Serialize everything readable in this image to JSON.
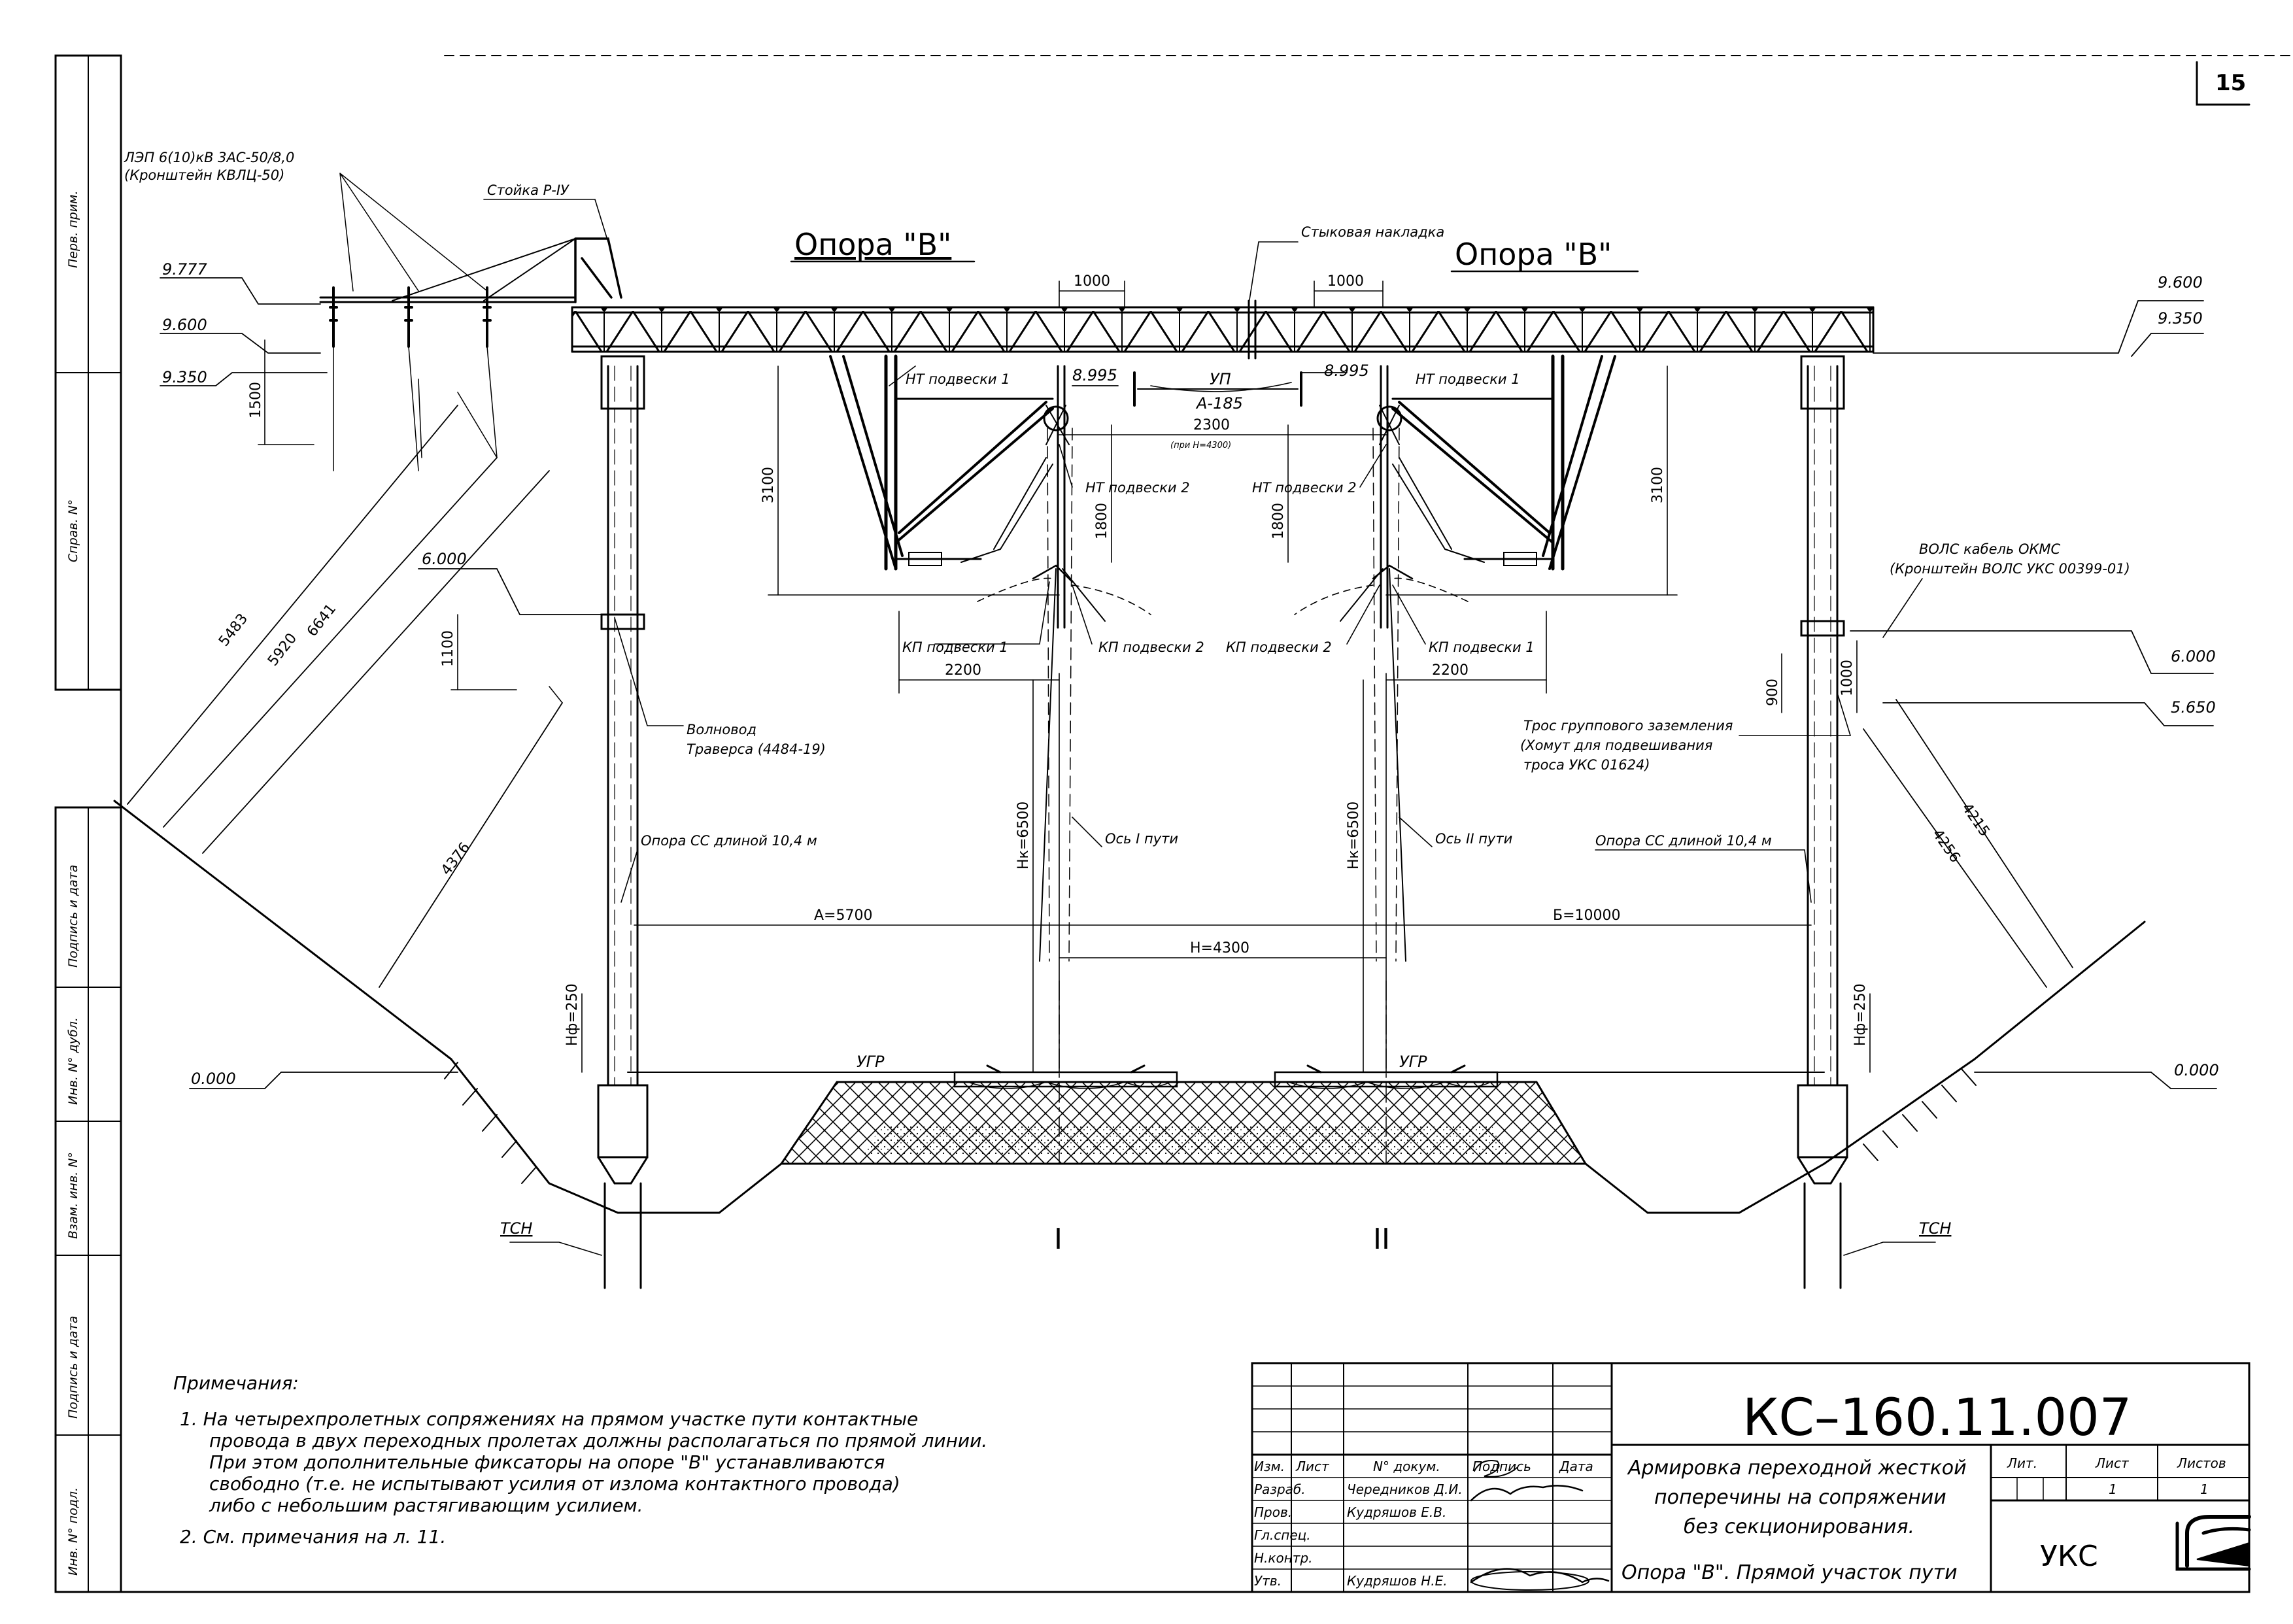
{
  "page": {
    "number": "15"
  },
  "supports": {
    "left_title": "Опора \"В\"",
    "right_title": "Опора \"В\""
  },
  "labels": {
    "lep": "ЛЭП 6(10)кВ 3АС-50/8,0",
    "lep_bracket": "(Кронштейн КВЛЦ-50)",
    "rack": "Стойка Р-IУ",
    "joint_plate": "Стыковая накладка",
    "nt1_left": "НТ подвески 1",
    "nt1_right": "НТ подвески 1",
    "nt2_left": "НТ подвески 2",
    "nt2_right": "НТ подвески 2",
    "kp1_left": "КП подвески 1",
    "kp2_left": "КП подвески 2",
    "kp2_right": "КП подвески 2",
    "kp1_right": "КП подвески 1",
    "up": "УП",
    "wire": "А-185",
    "waveguide": "Волновод",
    "traverse": "Траверса  (4484-19)",
    "pole_left": "Опора СС длиной 10,4 м",
    "pole_right": "Опора СС длиной 10,4 м",
    "axis1": "Ось I пути",
    "axis2": "Ось II пути",
    "vols": "ВОЛС кабель ОКМС",
    "vols_bracket": "(Кронштейн ВОЛС УКС 00399-01)",
    "ground_cable": "Трос группового заземления",
    "ground_clamp": "(Хомут для подвешивания",
    "ground_clamp2": "троса УКС 01624)",
    "ugr_left": "УГР",
    "ugr_right": "УГР",
    "tsn_left": "ТСН",
    "tsn_right": "ТСН",
    "track1": "I",
    "track2": "II"
  },
  "levels": {
    "l_9777": "9.777",
    "l_9600": "9.600",
    "l_9350": "9.350",
    "l_6000": "6.000",
    "l_0000": "0.000",
    "r_9600": "9.600",
    "r_9350": "9.350",
    "r_6000": "6.000",
    "r_5650": "5.650",
    "r_0000": "0.000",
    "c_8995_l": "8.995",
    "c_8995_r": "8.995"
  },
  "dims": {
    "d1000_l": "1000",
    "d1000_r": "1000",
    "d2300": "2300",
    "d2300_note": "(при Н=4300)",
    "d3100_l": "3100",
    "d3100_r": "3100",
    "d1800_l": "1800",
    "d1800_r": "1800",
    "d2200_l": "2200",
    "d2200_r": "2200",
    "d1500": "1500",
    "d1100": "1100",
    "d900": "900",
    "d1000_v": "1000",
    "d5483": "5483",
    "d5920": "5920",
    "d6641": "6641",
    "d4376": "4376",
    "d4215": "4215",
    "d4256": "4256",
    "hk_l": "Hк=6500",
    "hk_r": "Hк=6500",
    "a": "А=5700",
    "h": "Н=4300",
    "b": "Б=10000",
    "hf_l": "Hф=250",
    "hf_r": "Hф=250"
  },
  "notes": {
    "heading": "Примечания:",
    "n1": [
      "1. На четырехпролетных сопряжениях на прямом участке пути контактные",
      "провода в двух переходных пролетах должны располагаться по прямой линии.",
      "При этом дополнительные фиксаторы на опоре \"В\" устанавливаются",
      "свободно (т.е. не испытывают усилия от излома контактного провода)",
      "либо с небольшим растягивающим усилием."
    ],
    "n2": "2. См. примечания на л. 11."
  },
  "title_block": {
    "code": "КС–160.11.007",
    "h_izm": "Изм.",
    "h_list": "Лист",
    "h_doc": "N° докум.",
    "h_sign": "Подпись",
    "h_date": "Дата",
    "r1": "Разраб.",
    "r1n": "Чередников Д.И.",
    "r2": "Пров.",
    "r2n": "Кудряшов Е.В.",
    "r3": "Гл.спец.",
    "r4": "Н.контр.",
    "r5": "Утв.",
    "r5n": "Кудряшов Н.Е.",
    "desc1": "Армировка переходной жесткой",
    "desc2": "поперечины на сопряжении",
    "desc3": "без секционирования.",
    "desc4": "Опора \"В\". Прямой участок пути",
    "h_lit": "Лит.",
    "h_sheet": "Лист",
    "h_sheets": "Листов",
    "sheet": "1",
    "sheets": "1",
    "org": "УКС"
  },
  "side_stamp": {
    "perv": "Перв. прим.",
    "sprav": "Справ. N°",
    "podp1": "Подпись и дата",
    "inv_dubl": "Инв. N° дубл.",
    "vzam": "Взам. инв. N°",
    "podp2": "Подпись и дата",
    "inv_podl": "Инв. N° подл."
  }
}
